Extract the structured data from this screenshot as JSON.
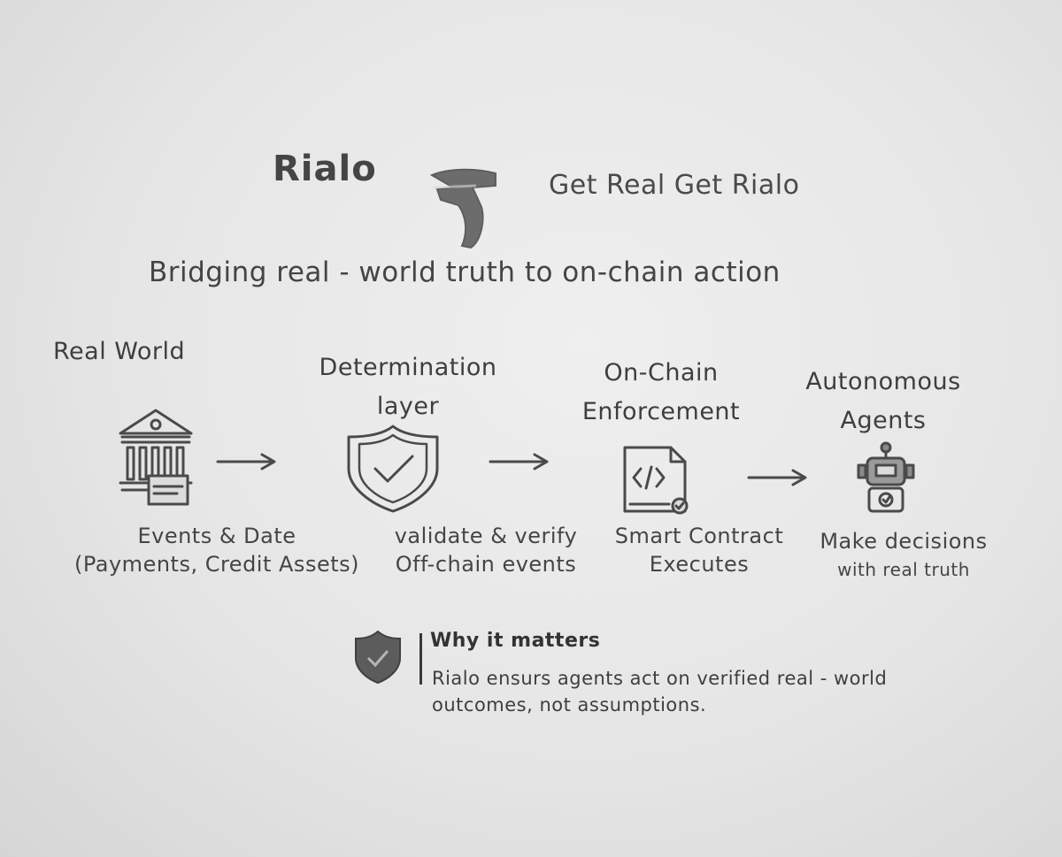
{
  "header": {
    "brand": "Rialo",
    "logo_icon": "rialo-logo-icon",
    "tagline": "Get Real Get Rialo",
    "subtitle": "Bridging real - world truth to on-chain action"
  },
  "flow": [
    {
      "title_lines": [
        "Real World"
      ],
      "icon": "bank-building-icon",
      "desc_lines": [
        "Events & Date",
        "(Payments, Credit Assets)"
      ]
    },
    {
      "title_lines": [
        "Determination",
        "layer"
      ],
      "icon": "shield-check-icon",
      "desc_lines": [
        "validate & verify",
        "Off-chain events"
      ]
    },
    {
      "title_lines": [
        "On-Chain",
        "Enforcement"
      ],
      "icon": "code-document-icon",
      "desc_lines": [
        "Smart Contract",
        "Executes"
      ]
    },
    {
      "title_lines": [
        "Autonomous",
        "Agents"
      ],
      "icon": "robot-icon",
      "desc_lines": [
        "Make decisions",
        "with real truth"
      ]
    }
  ],
  "arrow_icon": "right-arrow-icon",
  "why": {
    "icon": "shield-check-icon",
    "title": "Why it matters",
    "body": "Rialo ensurs agents act on verified real - world outcomes, not assumptions."
  },
  "colors": {
    "paper": "#e8e8e8",
    "ink": "#3b3b3b"
  }
}
